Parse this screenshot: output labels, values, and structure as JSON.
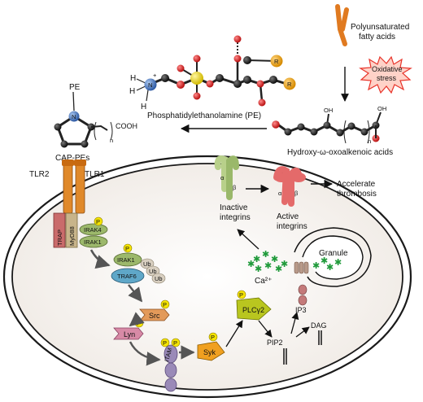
{
  "colors": {
    "cell_fill": "#f7f3ef",
    "membrane": "#1a1a1a",
    "phosphate": "#f2e600",
    "atom_red": "#d81e1e",
    "atom_black": "#111111",
    "nitrogen": "#4a78c2",
    "carbon_chain": "#222222",
    "fatty_acid": "#e07a20",
    "oxidative_star": "#e8342a",
    "tlr": "#e0892a",
    "trap": "#c96b6b",
    "myd88": "#c8b48a",
    "irak": "#9cb86b",
    "traf6": "#5fa7c8",
    "ub": "#d8cfc0",
    "src": "#e39a5a",
    "lyn": "#d78aa6",
    "syk": "#f0a020",
    "plc": "#b9c61f",
    "itam": "#9a8ab8",
    "integrin_green": "#b8d08a",
    "integrin_red": "#e46a6a",
    "ca_star": "#1f9a3a",
    "granule": "#ffffff",
    "ip3r": "#c47a7a"
  },
  "icons": [
    "phosphate-icon",
    "oxidative-stress-star-icon",
    "calcium-star-icon",
    "ubiquitin-icon"
  ],
  "text": {
    "pe_label": "PE",
    "n_atom": "N",
    "n_sub": "n",
    "cooh": "COOH",
    "cap_pes": "CAP-PEs",
    "h": "H",
    "plus": "+",
    "pe_full": "Phosphatidylethanolamine (PE)",
    "fatty_acids_line1": "Polyunsaturated",
    "fatty_acids_line2": "fatty acids",
    "oxidative_line1": "Oxidative",
    "oxidative_line2": "stress",
    "oh": "OH",
    "r": "R",
    "o": "O",
    "hydroxy_acid": "Hydroxy-ω-oxoalkenoic acids",
    "tlr2": "TLR2",
    "tlr1": "TLR1",
    "trap": "TRAP",
    "myd88": "MyD88",
    "irak4": "IRAK4",
    "irak1": "IRAK1",
    "irak1_b": "IRAK1",
    "traf6": "TRAF6",
    "ub": "Ub",
    "p": "P",
    "src": "Src",
    "lyn": "Lyn",
    "itam": "ITAM",
    "syk": "Syk",
    "plc": "PLCγ2",
    "pip2": "PIP2",
    "dag": "DAG",
    "ip3": "IP3",
    "ca": "Ca²⁺",
    "granule": "Granule",
    "inactive_line1": "Inactive",
    "inactive_line2": "integrins",
    "active_line1": "Active",
    "active_line2": "integrins",
    "accelerate_line1": "Accelerate",
    "accelerate_line2": "thrombosis",
    "alpha": "α",
    "beta": "β"
  }
}
